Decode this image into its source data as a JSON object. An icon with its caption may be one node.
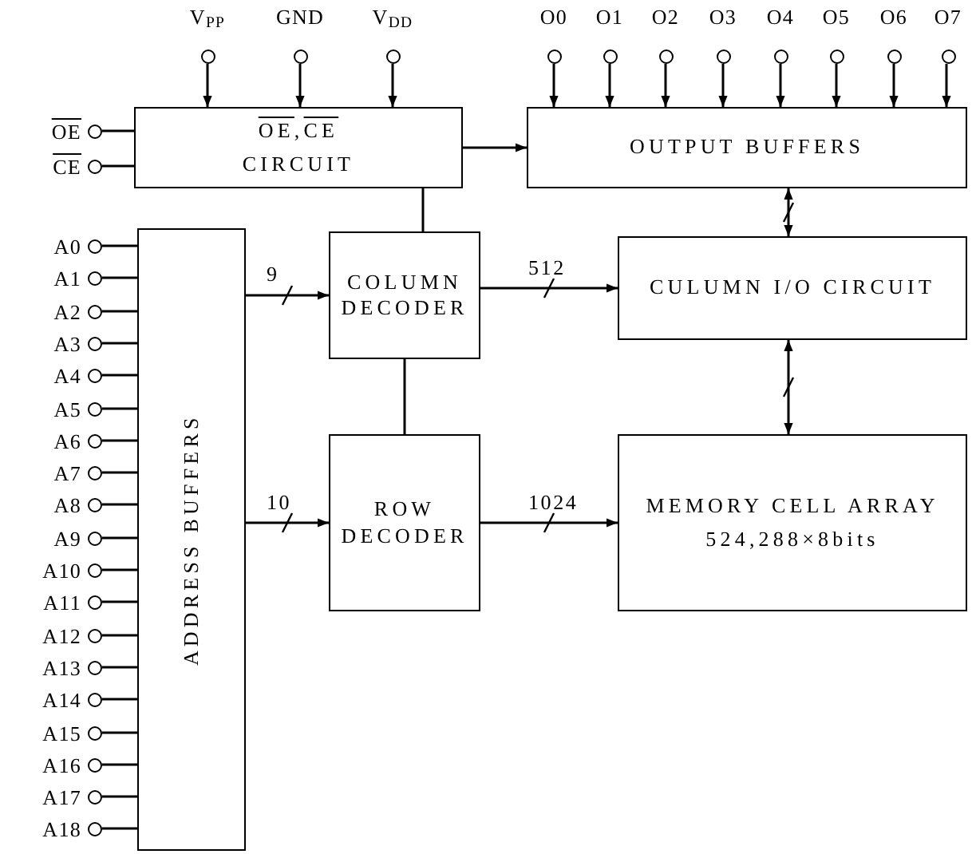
{
  "diagram": {
    "nodes": [
      {
        "text": [
          "V$_{PP}$"
        ]
      },
      {
        "text": [
          "GND"
        ]
      },
      {
        "text": [
          "V$_{DD}$"
        ]
      },
      {
        "text": [
          "O0"
        ]
      },
      {
        "text": [
          "O1"
        ]
      },
      {
        "text": [
          "O2"
        ]
      },
      {
        "text": [
          "O3"
        ]
      },
      {
        "text": [
          "O4"
        ]
      },
      {
        "text": [
          "O5"
        ]
      },
      {
        "text": [
          "O6"
        ]
      },
      {
        "text": [
          "O7"
        ]
      },
      {
        "text": [
          "OE"
        ]
      },
      {
        "text": [
          "CE"
        ]
      },
      {
        "text": [
          "OE,CE",
          "CIRCUIT"
        ]
      },
      {
        "text": [
          "OUTPUT BUFFERS"
        ]
      },
      {
        "text": [
          "A0"
        ]
      },
      {
        "text": [
          "A1"
        ]
      },
      {
        "text": [
          "A2"
        ]
      },
      {
        "text": [
          "A3"
        ]
      },
      {
        "text": [
          "A4"
        ]
      },
      {
        "text": [
          "A5"
        ]
      },
      {
        "text": [
          "A6"
        ]
      },
      {
        "text": [
          "A7"
        ]
      },
      {
        "text": [
          "A8"
        ]
      },
      {
        "text": [
          "A9"
        ]
      },
      {
        "text": [
          "A10"
        ]
      },
      {
        "text": [
          "A11"
        ]
      },
      {
        "text": [
          "A12"
        ]
      },
      {
        "text": [
          "A13"
        ]
      },
      {
        "text": [
          "A14"
        ]
      },
      {
        "text": [
          "A15"
        ]
      },
      {
        "text": [
          "A16"
        ]
      },
      {
        "text": [
          "A17"
        ]
      },
      {
        "text": [
          "A18"
        ]
      },
      {
        "text": [
          "ADDRESS BUFFERS"
        ]
      },
      {
        "text": [
          "COLUMN DECODER"
        ]
      },
      {
        "text": [
          "CULUMN I/O CIRCUIT"
        ]
      },
      {
        "text": [
          "ROW DECODER"
        ]
      },
      {
        "text": [
          "MEMORY CELL ARRAY",
          "524,288×8bits"
        ]
      }
    ],
    "edges": [
      {
        "from": 0,
        "to": 13,
        "arrow": "to"
      },
      {
        "from": 1,
        "to": 13,
        "arrow": "to"
      },
      {
        "from": 2,
        "to": 13,
        "arrow": "to"
      },
      {
        "from": 3,
        "to": 14,
        "arrow": "to"
      },
      {
        "from": 4,
        "to": 14,
        "arrow": "to"
      },
      {
        "from": 5,
        "to": 14,
        "arrow": "to"
      },
      {
        "from": 6,
        "to": 14,
        "arrow": "to"
      },
      {
        "from": 7,
        "to": 14,
        "arrow": "to"
      },
      {
        "from": 8,
        "to": 14,
        "arrow": "to"
      },
      {
        "from": 9,
        "to": 14,
        "arrow": "to"
      },
      {
        "from": 10,
        "to": 14,
        "arrow": "to"
      },
      {
        "from": 11,
        "to": 13,
        "arrow": "none"
      },
      {
        "from": 12,
        "to": 13,
        "arrow": "none"
      },
      {
        "from": 13,
        "to": 14,
        "arrow": "to"
      },
      {
        "from": 36,
        "to": 14,
        "arrow": "both"
      },
      {
        "from": 13,
        "to": 35,
        "arrow": "none"
      },
      {
        "from": 15,
        "to": 34,
        "arrow": "none"
      },
      {
        "from": 16,
        "to": 34,
        "arrow": "none"
      },
      {
        "from": 17,
        "to": 34,
        "arrow": "none"
      },
      {
        "from": 18,
        "to": 34,
        "arrow": "none"
      },
      {
        "from": 19,
        "to": 34,
        "arrow": "none"
      },
      {
        "from": 20,
        "to": 34,
        "arrow": "none"
      },
      {
        "from": 21,
        "to": 34,
        "arrow": "none"
      },
      {
        "from": 22,
        "to": 34,
        "arrow": "none"
      },
      {
        "from": 23,
        "to": 34,
        "arrow": "none"
      },
      {
        "from": 24,
        "to": 34,
        "arrow": "none"
      },
      {
        "from": 25,
        "to": 34,
        "arrow": "none"
      },
      {
        "from": 26,
        "to": 34,
        "arrow": "none"
      },
      {
        "from": 27,
        "to": 34,
        "arrow": "none"
      },
      {
        "from": 28,
        "to": 34,
        "arrow": "none"
      },
      {
        "from": 29,
        "to": 34,
        "arrow": "none"
      },
      {
        "from": 30,
        "to": 34,
        "arrow": "none"
      },
      {
        "from": 31,
        "to": 34,
        "arrow": "none"
      },
      {
        "from": 32,
        "to": 34,
        "arrow": "none"
      },
      {
        "from": 33,
        "to": 34,
        "arrow": "none"
      },
      {
        "from": 34,
        "to": 35,
        "arrow": "to",
        "label": "9"
      },
      {
        "from": 35,
        "to": 36,
        "arrow": "to",
        "label": "512"
      },
      {
        "from": 35,
        "to": 37,
        "arrow": "none"
      },
      {
        "from": 34,
        "to": 37,
        "arrow": "to",
        "label": "10"
      },
      {
        "from": 37,
        "to": 38,
        "arrow": "to",
        "label": "1024"
      },
      {
        "from": 38,
        "to": 36,
        "arrow": "both"
      }
    ]
  }
}
